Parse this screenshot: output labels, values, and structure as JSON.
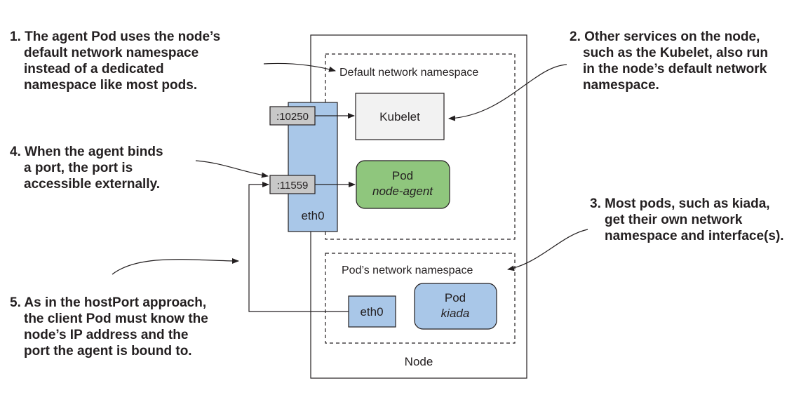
{
  "diagram": {
    "node_label": "Node",
    "default_ns_label": "Default network namespace",
    "pod_ns_label": "Pod’s network namespace",
    "host_eth_label": "eth0",
    "pod_eth_label": "eth0",
    "port_kubelet": ":10250",
    "port_agent": ":11559",
    "kubelet_label": "Kubelet",
    "agent_pod": {
      "title": "Pod",
      "name": "node-agent"
    },
    "kiada_pod": {
      "title": "Pod",
      "name": "kiada"
    },
    "colors": {
      "interface_blue": "#a9c7e8",
      "port_gray": "#c8c8c8",
      "kubelet_fill": "#f2f2f2",
      "agent_green": "#8fc67d",
      "kiada_blue": "#a9c7e8",
      "stroke": "#231f20"
    }
  },
  "callouts": {
    "c1": [
      "1. The agent Pod uses the node’s",
      "default network namespace",
      "instead of a dedicated",
      "namespace like most pods."
    ],
    "c2": [
      "2. Other services on the node,",
      "such as the Kubelet, also run",
      "in the node’s default network",
      "namespace."
    ],
    "c3": [
      "3. Most pods, such as kiada,",
      "get their own network",
      "namespace and interface(s)."
    ],
    "c4": [
      "4. When the agent binds",
      "a port, the port is",
      "accessible externally."
    ],
    "c5": [
      "5. As in the hostPort approach,",
      "the client Pod must know the",
      "node’s IP address and the",
      "port the agent is bound to."
    ]
  }
}
